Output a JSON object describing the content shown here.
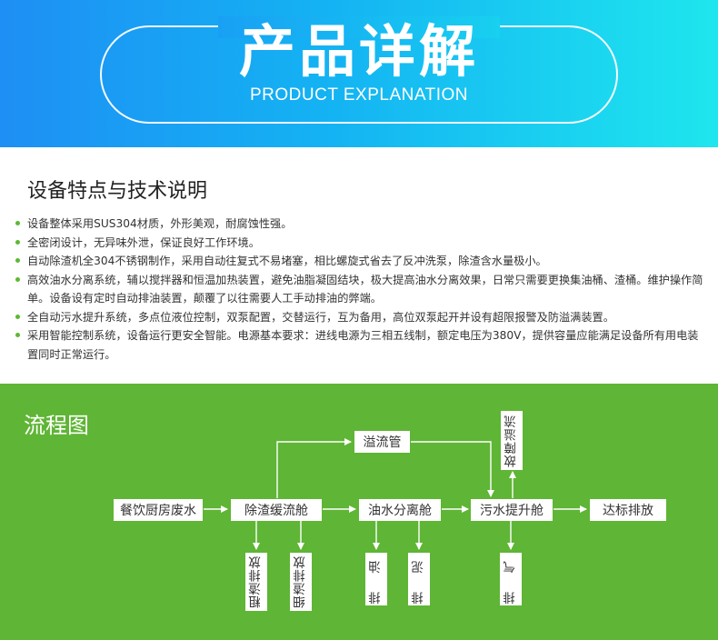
{
  "banner": {
    "title": "产品详解",
    "subtitle": "PRODUCT EXPLANATION"
  },
  "features": {
    "title": "设备特点与技术说明",
    "items": [
      "设备整体采用SUS304材质，外形美观，耐腐蚀性强。",
      "全密闭设计，无异味外泄，保证良好工作环境。",
      "自动除渣机全304不锈钢制作，采用自动往复式不易堵塞，相比螺旋式省去了反冲洗泵，除渣含水量极小。",
      "高效油水分离系统，辅以搅拌器和恒温加热装置，避免油脂凝固结块，极大提高油水分离效果，日常只需要更换集油桶、渣桶。维护操作简单。设备设有定时自动排油装置，颠覆了以往需要人工手动排油的弊端。",
      "全自动污水提升系统，多点位液位控制，双泵配置，交替运行，互为备用，高位双泵起开并设有超限报警及防溢满装置。",
      "采用智能控制系统，设备运行更安全智能。电源基本要求：进线电源为三相五线制，额定电压为380V，提供容量应能满足设备所有用电装置同时正常运行。"
    ]
  },
  "flow": {
    "title": "流程图",
    "nodes": {
      "kitchen_waste_water": "餐饮厨房废水",
      "slag_buffer_tank": "除渣缓流舱",
      "oil_water_separator": "油水分离舱",
      "sewage_lift_tank": "污水提升舱",
      "compliant_discharge": "达标排放",
      "overflow_pipe": "溢流管",
      "fault_overflow": "故障溢流",
      "coarse_slag_discharge": "粗渣排放",
      "fine_slag_discharge": "细渣排放",
      "oil_discharge": "排 油",
      "sludge_discharge": "排 泥",
      "gas_discharge": "排 气"
    }
  },
  "colors": {
    "banner_start": "#1e8ff4",
    "banner_end": "#1ee6ee",
    "flow_background": "#5fb535",
    "bullet": "#5cb932"
  }
}
